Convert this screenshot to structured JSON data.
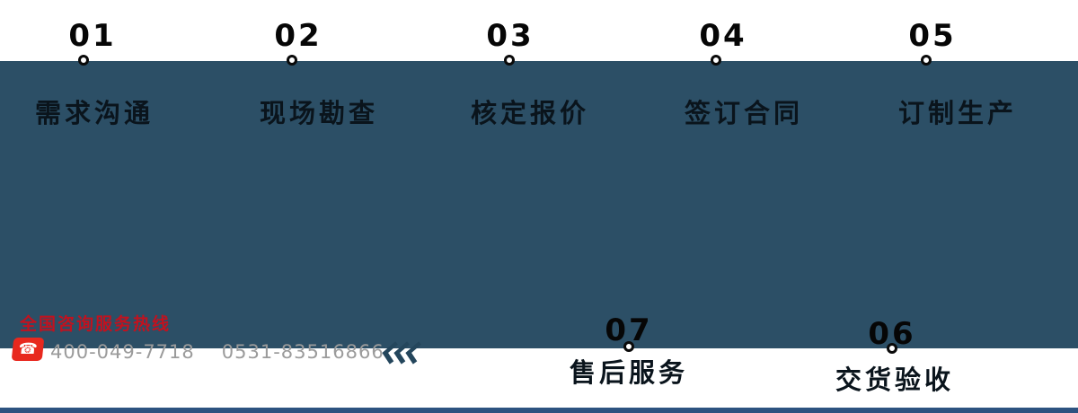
{
  "process": {
    "steps_top": [
      {
        "num": "01",
        "label": "需求沟通"
      },
      {
        "num": "02",
        "label": "现场勘查"
      },
      {
        "num": "03",
        "label": "核定报价"
      },
      {
        "num": "04",
        "label": "签订合同"
      },
      {
        "num": "05",
        "label": "订制生产"
      }
    ],
    "steps_bottom": [
      {
        "num": "07",
        "label": "售后服务"
      },
      {
        "num": "06",
        "label": "交货验收"
      }
    ]
  },
  "hotline": {
    "title": "全国咨询服务热线",
    "phone1": "400-049-7718",
    "phone2": "0531-83516866"
  },
  "icons": {
    "phone_glyph": "☎",
    "arrows_left": "triple-left-chevron"
  },
  "colors": {
    "band": "#2c4f66",
    "bottom_strip": "#2d5380",
    "step_number": "#060606",
    "step_label": "#0a141c",
    "node_dot_ring": "#0a0a0a",
    "node_dot_fill": "#ffffff",
    "hotline_title": "#c1121f",
    "phone_icon_bg": "#e8281e",
    "phone_text": "#9b9b9b",
    "arrow": "#24465c"
  }
}
